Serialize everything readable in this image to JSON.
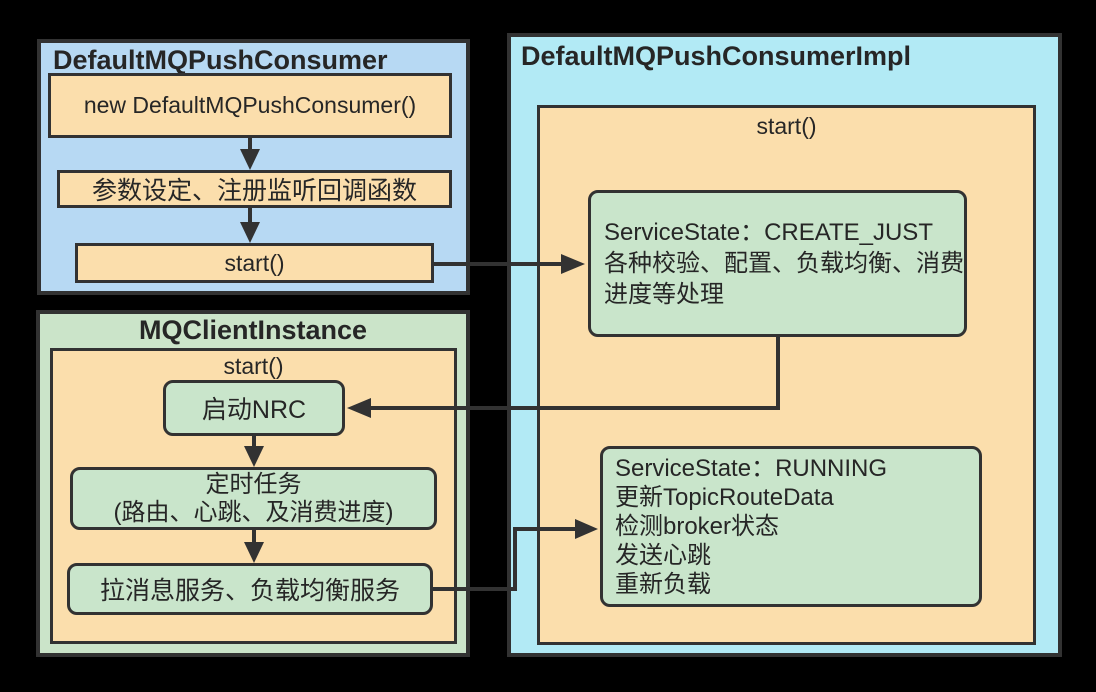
{
  "palette": {
    "background": "#000000",
    "panel_blue": "#B7D9F3",
    "panel_green": "#CBE4C9",
    "panel_cyan": "#B2EAF5",
    "box_orange": "#FBDEAC",
    "box_green": "#C9E5CB",
    "border_dark": "#323232",
    "text": "#262626"
  },
  "panels": {
    "consumer": {
      "title": "DefaultMQPushConsumer",
      "steps": {
        "new": "new DefaultMQPushConsumer()",
        "params": "参数设定、注册监听回调函数",
        "start": "start()"
      }
    },
    "client_instance": {
      "title": "MQClientInstance",
      "method": "start()",
      "steps": {
        "nrc": "启动NRC",
        "timer_line1": "定时任务",
        "timer_line2": "(路由、心跳、及消费进度)",
        "pull": "拉消息服务、负载均衡服务"
      }
    },
    "impl": {
      "title": "DefaultMQPushConsumerImpl",
      "method": "start()",
      "create_just": {
        "line1": "ServiceState：CREATE_JUST",
        "line2": "各种校验、配置、负载均衡、消费",
        "line3": "进度等处理"
      },
      "running": {
        "line1": "ServiceState：RUNNING",
        "line2": "更新TopicRouteData",
        "line3": "检测broker状态",
        "line4": "发送心跳",
        "line5": "重新负载"
      }
    }
  }
}
